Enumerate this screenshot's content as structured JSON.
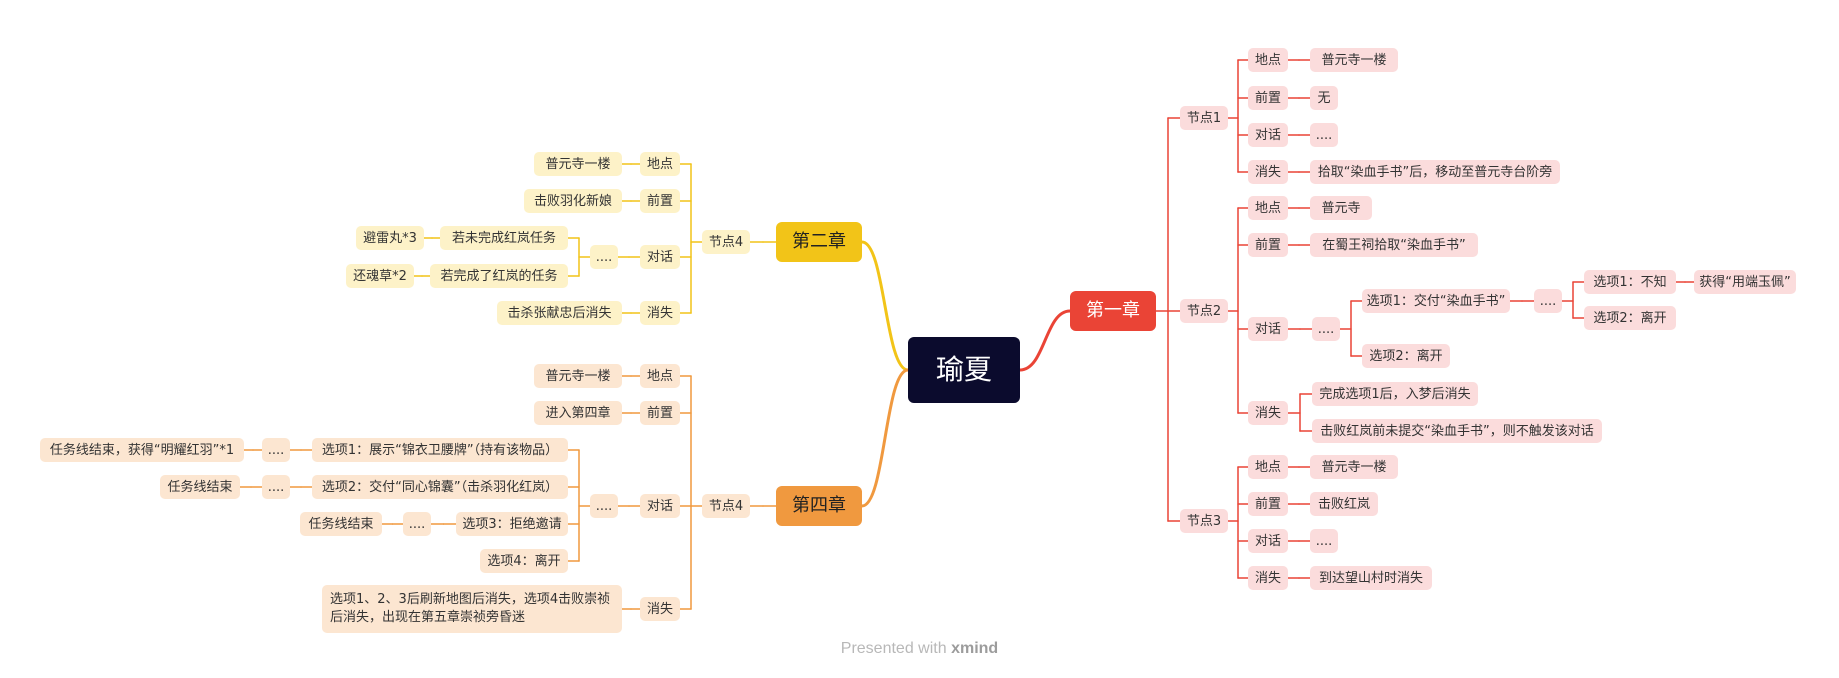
{
  "root": "瑜夏",
  "chapter1": {
    "label": "第一章",
    "node1": {
      "label": "节点1",
      "location_key": "地点",
      "location": "普元寺一楼",
      "prereq_key": "前置",
      "prereq": "无",
      "dialog_key": "对话",
      "dialog": "....",
      "vanish_key": "消失",
      "vanish": "拾取“染血手书”后，移动至普元寺台阶旁"
    },
    "node2": {
      "label": "节点2",
      "location_key": "地点",
      "location": "普元寺",
      "prereq_key": "前置",
      "prereq": "在蜀王祠拾取“染血手书”",
      "dialog_key": "对话",
      "dialog": "....",
      "opt1": "选项1：交付“染血手书”",
      "opt1_dots": "....",
      "opt1_sub1": "选项1：不知",
      "opt1_sub1_result": "获得“用端玉佩”",
      "opt1_sub2": "选项2：离开",
      "opt2": "选项2：离开",
      "vanish_key": "消失",
      "vanish1": "完成选项1后，入梦后消失",
      "vanish2": "击败红岚前未提交“染血手书”，则不触发该对话"
    },
    "node3": {
      "label": "节点3",
      "location_key": "地点",
      "location": "普元寺一楼",
      "prereq_key": "前置",
      "prereq": "击败红岚",
      "dialog_key": "对话",
      "dialog": "....",
      "vanish_key": "消失",
      "vanish": "到达望山村时消失"
    }
  },
  "chapter2": {
    "label": "第二章",
    "node": {
      "label": "节点4",
      "location_key": "地点",
      "location": "普元寺一楼",
      "prereq_key": "前置",
      "prereq": "击败羽化新娘",
      "dialog_key": "对话",
      "dialog": "....",
      "cond1": "若未完成红岚任务",
      "cond1_result": "避雷丸*3",
      "cond2": "若完成了红岚的任务",
      "cond2_result": "还魂草*2",
      "vanish_key": "消失",
      "vanish": "击杀张献忠后消失"
    }
  },
  "chapter4": {
    "label": "第四章",
    "node": {
      "label": "节点4",
      "location_key": "地点",
      "location": "普元寺一楼",
      "prereq_key": "前置",
      "prereq": "进入第四章",
      "dialog_key": "对话",
      "dialog": "....",
      "opt1": "选项1：展示“锦衣卫腰牌”（持有该物品）",
      "opt1_dots": "....",
      "opt1_result": "任务线结束，获得“明耀红羽”*1",
      "opt2": "选项2：交付“同心锦囊”（击杀羽化红岚）",
      "opt2_dots": "....",
      "opt2_result": "任务线结束",
      "opt3": "选项3：拒绝邀请",
      "opt3_dots": "....",
      "opt3_result": "任务线结束",
      "opt4": "选项4：离开",
      "vanish_key": "消失",
      "vanish": "选项1、2、3后刷新地图后消失，选项4击败崇祯后消失，出现在第五章崇祯旁昏迷"
    }
  },
  "footer": {
    "prefix": "Presented with",
    "brand": "xmind"
  },
  "colors": {
    "root": "#0b0b2d",
    "chapter1": "#ea4436",
    "chapter2": "#f2c418",
    "chapter4": "#f0993f"
  }
}
